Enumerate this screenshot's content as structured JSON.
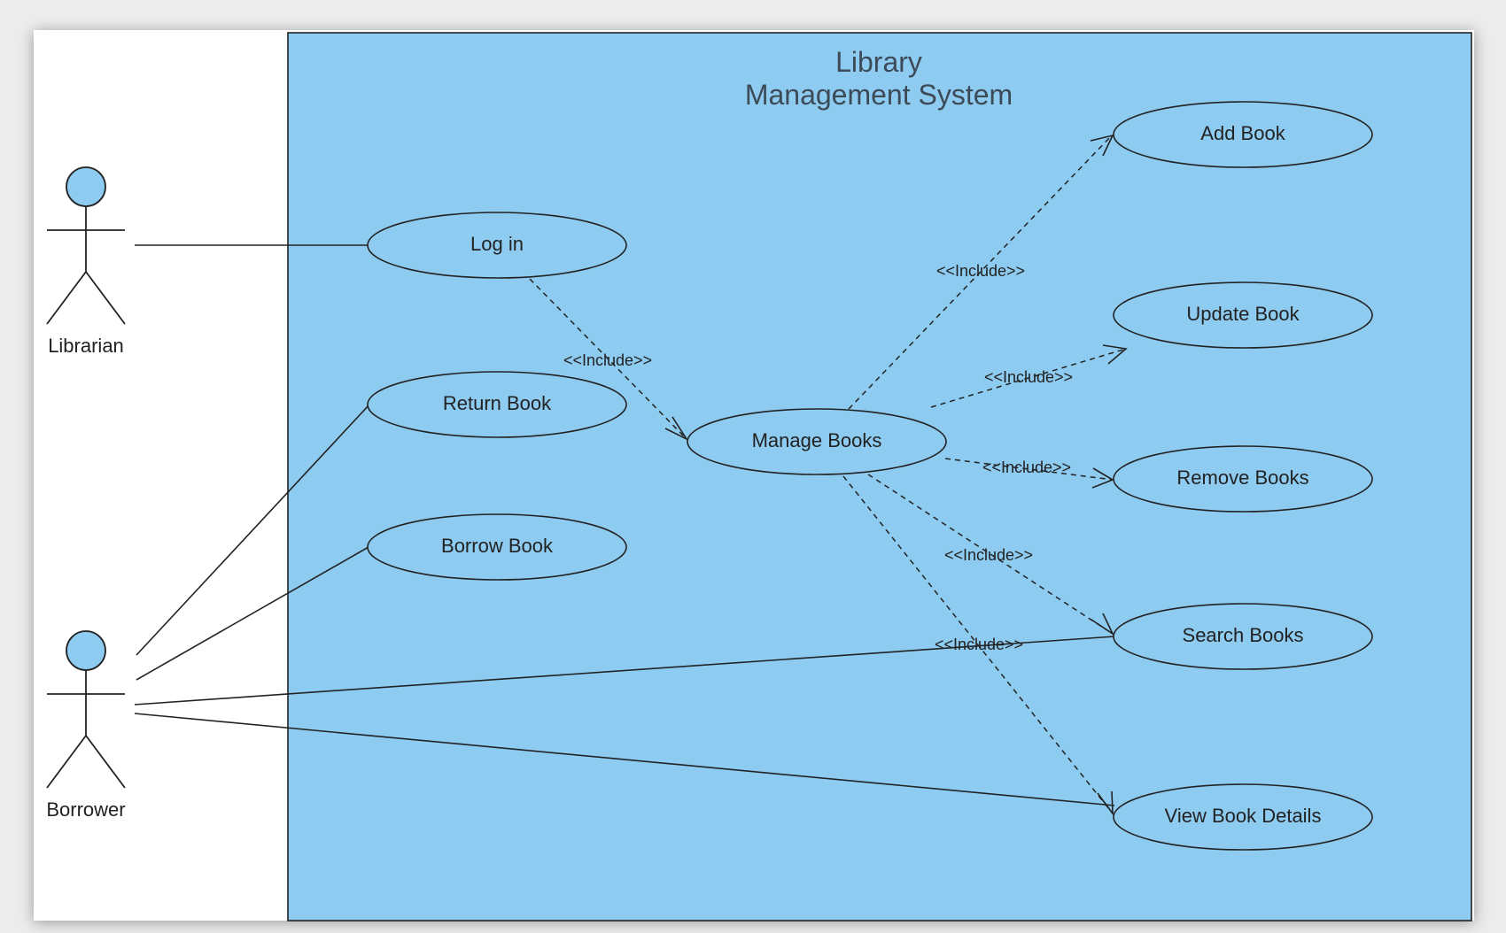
{
  "system": {
    "title_line1": "Library",
    "title_line2": "Management System"
  },
  "actors": {
    "librarian": "Librarian",
    "borrower": "Borrower"
  },
  "use_cases": {
    "login": "Log in",
    "return_book": "Return Book",
    "borrow_book": "Borrow Book",
    "manage_books": "Manage Books",
    "add_book": "Add Book",
    "update_book": "Update Book",
    "remove_books": "Remove Books",
    "search_books": "Search Books",
    "view_book_details": "View Book Details"
  },
  "relations": {
    "include_label": "<<Include>>",
    "include_labels": [
      "<<Include>>",
      "<<Include>>",
      "<<Include>>",
      "<<Include>>",
      "<<Include>>",
      "<<Include>>"
    ]
  },
  "colors": {
    "system_fill": "#8ecbf0",
    "actor_head": "#8ecbf0",
    "line": "#222222",
    "sheet": "#ffffff"
  }
}
